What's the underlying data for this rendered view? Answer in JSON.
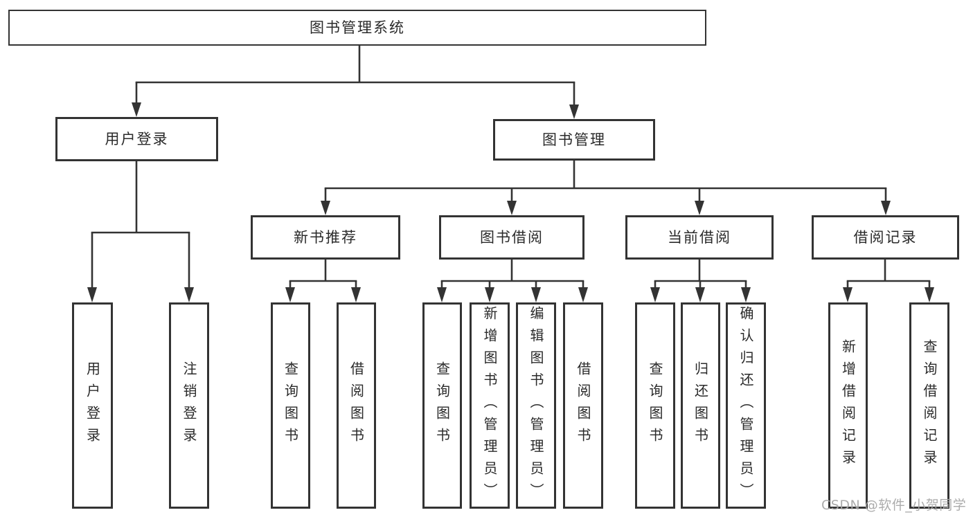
{
  "diagram": {
    "tree": {
      "label": "图书管理系统",
      "children": [
        {
          "label": "用户登录",
          "children": [
            {
              "label": "用户登录"
            },
            {
              "label": "注销登录"
            }
          ]
        },
        {
          "label": "图书管理",
          "children": [
            {
              "label": "新书推荐",
              "children": [
                {
                  "label": "查询图书"
                },
                {
                  "label": "借阅图书"
                }
              ]
            },
            {
              "label": "图书借阅",
              "children": [
                {
                  "label": "查询图书"
                },
                {
                  "label": "新增图书（管理员）"
                },
                {
                  "label": "编辑图书（管理员）"
                },
                {
                  "label": "借阅图书"
                }
              ]
            },
            {
              "label": "当前借阅",
              "children": [
                {
                  "label": "查询图书"
                },
                {
                  "label": "归还图书"
                },
                {
                  "label": "确认归还（管理员）"
                }
              ]
            },
            {
              "label": "借阅记录",
              "children": [
                {
                  "label": "新增借阅记录"
                },
                {
                  "label": "查询借阅记录"
                }
              ]
            }
          ]
        }
      ]
    },
    "watermark": "CSDN @软件_小贺同学",
    "colors": {
      "line": "#333333",
      "text": "#2a2a2a",
      "box_background": "#ffffff",
      "watermark_text": "#a8a8a8"
    }
  }
}
